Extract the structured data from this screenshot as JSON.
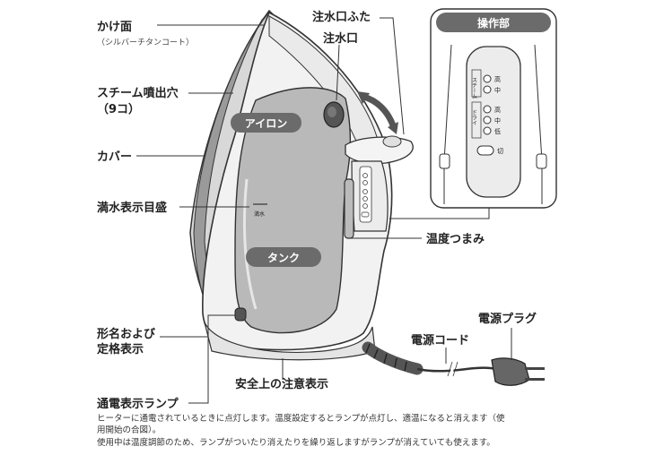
{
  "labels": {
    "kakemen": "かけ面",
    "kakemen_sub": "（シルバーチタンコート）",
    "steam_holes_1": "スチーム噴出穴",
    "steam_holes_2": "（9コ）",
    "cover": "カバー",
    "full_water_scale": "満水表示目盛",
    "model_name_1": "形名および",
    "model_name_2": "定格表示",
    "power_lamp": "通電表示ランプ",
    "water_inlet_lid": "注水口ふた",
    "water_inlet": "注水口",
    "temp_knob": "温度つまみ",
    "safety_notice": "安全上の注意表示",
    "power_cord": "電源コード",
    "power_plug": "電源プラグ",
    "iron_pill": "アイロン",
    "tank_pill": "タンク",
    "full_mark": "満水",
    "control_panel_title": "操作部"
  },
  "control_panel": {
    "steam_label": "スチーム",
    "steam_high": "高",
    "steam_mid": "中",
    "dry_label": "ドライ",
    "dry_high": "高",
    "dry_mid": "中",
    "dry_low": "低",
    "off": "切"
  },
  "notes": {
    "line1": "ヒーターに通電されているときに点灯します。温度設定するとランプが点灯し、適温になると消えます（使",
    "line2": "用開始の合図）。",
    "line3": "使用中は温度調節のため、ランプがついたり消えたりを繰り返しますがランプが消えていても使えます。"
  },
  "colors": {
    "pill": "#6b6b6b",
    "tank": "#b9b9b9",
    "body": "#f2f2f2",
    "line": "#333333"
  }
}
